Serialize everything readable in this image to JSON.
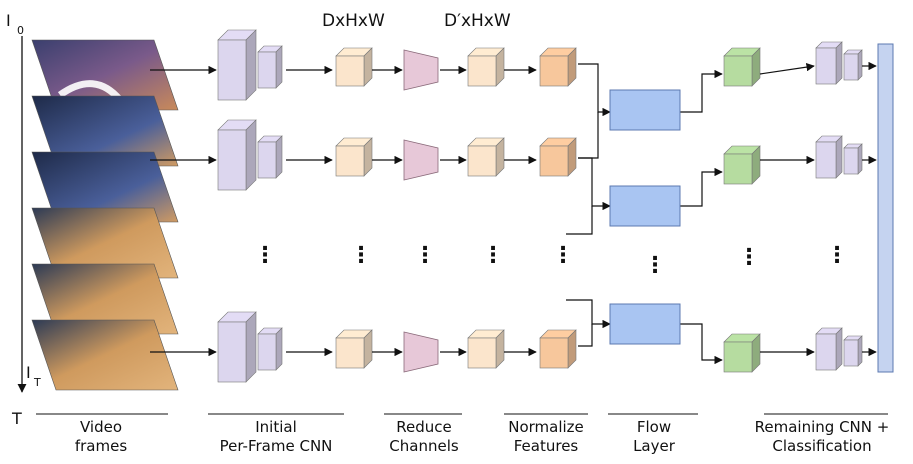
{
  "axis": {
    "top_label": "I",
    "top_sub": "0",
    "bottom_label": "I",
    "bottom_sub": "T",
    "axis_name": "T"
  },
  "headers": {
    "dims_1": "DxHxW",
    "dims_2": "D′xHxW"
  },
  "dots": "⋮",
  "stages": [
    {
      "line1": "Video",
      "line2": "frames"
    },
    {
      "line1": "Initial",
      "line2": "Per-Frame CNN"
    },
    {
      "line1": "Reduce",
      "line2": "Channels"
    },
    {
      "line1": "Normalize",
      "line2": "Features"
    },
    {
      "line1": "Flow",
      "line2": "Layer"
    },
    {
      "line1": "Remaining CNN +",
      "line2": "Classification"
    }
  ],
  "colors": {
    "cnn_block": "#dcd6ee",
    "feature_block": "#fbe5cc",
    "reduce_block": "#e7c8d8",
    "normalize_block": "#f7c79c",
    "flow_block": "#a9c5f2",
    "remaining_block": "#b6dca0",
    "classifier_bar": "#c5d3f0"
  }
}
